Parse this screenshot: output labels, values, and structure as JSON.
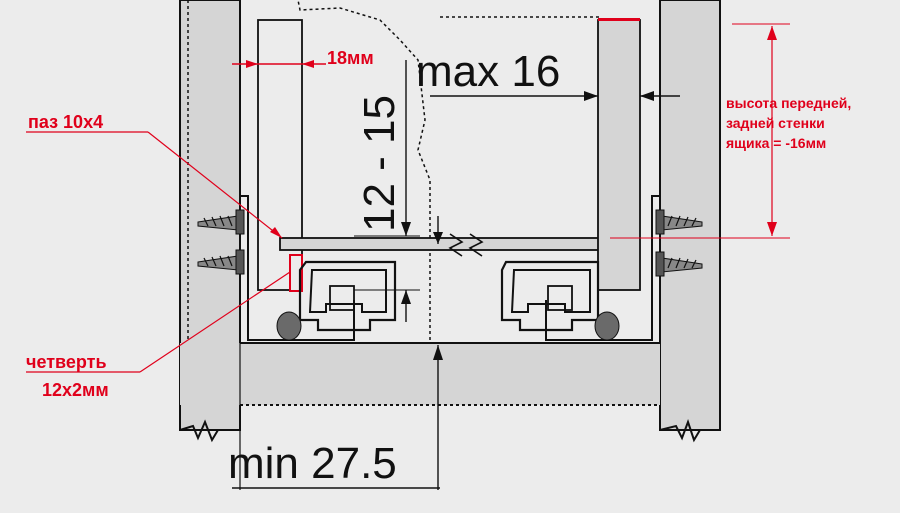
{
  "dimensions": {
    "max": "max 16",
    "range": "12 - 15",
    "min": "min 27.5"
  },
  "labels": {
    "groove": "паз 10x4",
    "rebate_line1": "четверть",
    "rebate_line2": "12x2мм",
    "offset": "18мм",
    "height_note_line1": "высота передней,",
    "height_note_line2": "задней стенки",
    "height_note_line3": "ящика = -16мм"
  },
  "colors": {
    "annotation": "#e0001b",
    "line": "#111111",
    "panel": "#d5d5d5",
    "background": "#ececec"
  }
}
